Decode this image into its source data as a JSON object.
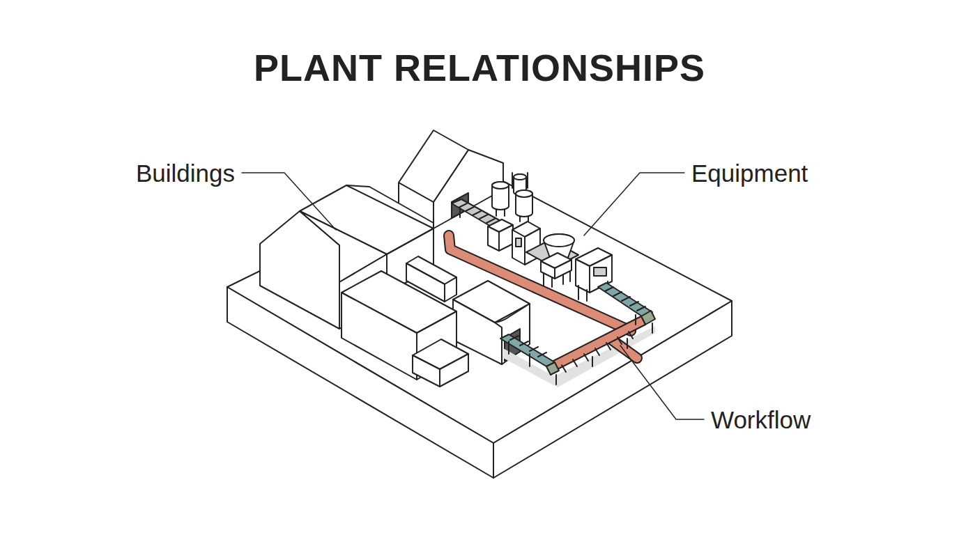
{
  "diagram": {
    "title": "PLANT RELATIONSHIPS",
    "labels": [
      "Buildings",
      "Equipment",
      "Workflow"
    ]
  }
}
